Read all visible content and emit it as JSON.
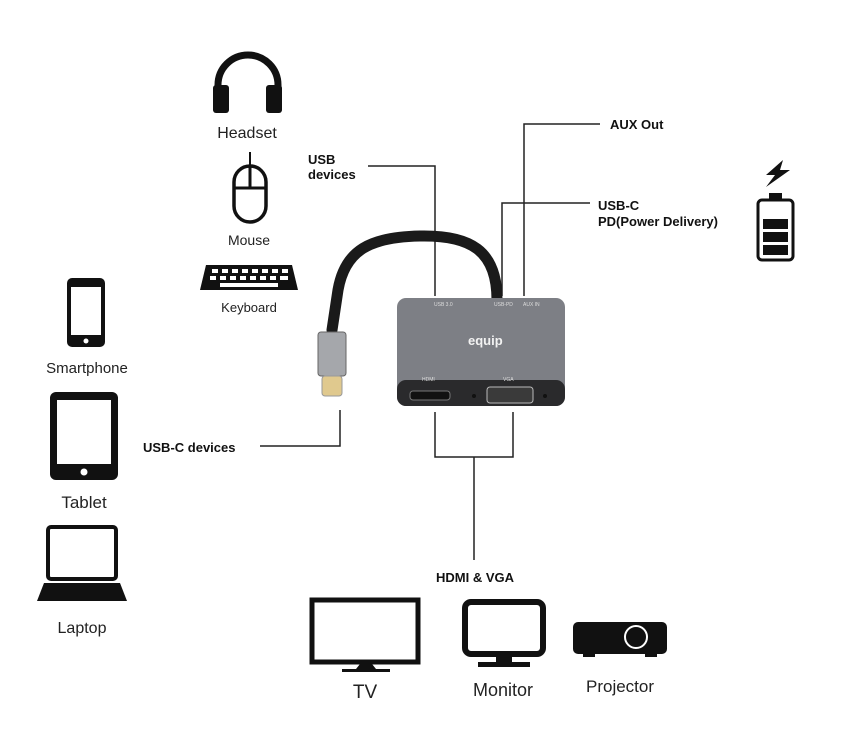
{
  "devices_left": {
    "headset": "Headset",
    "mouse": "Mouse",
    "keyboard": "Keyboard",
    "smartphone": "Smartphone",
    "tablet": "Tablet",
    "laptop": "Laptop"
  },
  "callouts": {
    "usb_devices_line1": "USB",
    "usb_devices_line2": "devices",
    "aux_out": "AUX  Out",
    "usbc_pd_line1": "USB-C",
    "usbc_pd_line2": "PD(Power Delivery)",
    "usbc_devices": "USB-C devices",
    "hdmi_vga": "HDMI &  VGA"
  },
  "adapter": {
    "brand": "equip",
    "ports_top": [
      "USB 3.0",
      "USB-PD",
      "AUX IN"
    ],
    "port_hdmi": "HDMI",
    "port_vga": "VGA"
  },
  "displays": {
    "tv": "TV",
    "monitor": "Monitor",
    "projector": "Projector"
  },
  "colors": {
    "adapter_body": "#7d7f85",
    "adapter_front": "#2a2a2c",
    "icon": "#111111"
  }
}
